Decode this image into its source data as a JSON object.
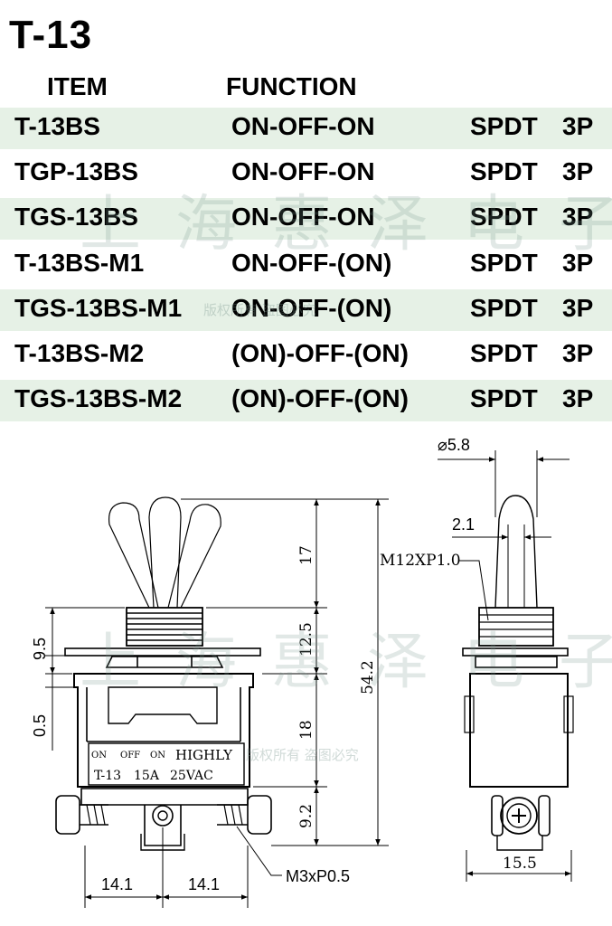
{
  "title": "T-13",
  "headers": {
    "item": "ITEM",
    "function": "FUNCTION"
  },
  "rows": [
    {
      "item": "T-13BS",
      "function": "ON-OFF-ON",
      "type": "SPDT",
      "pins": "3P"
    },
    {
      "item": "TGP-13BS",
      "function": "ON-OFF-ON",
      "type": "SPDT",
      "pins": "3P"
    },
    {
      "item": "TGS-13BS",
      "function": "ON-OFF-ON",
      "type": "SPDT",
      "pins": "3P"
    },
    {
      "item": "T-13BS-M1",
      "function": "ON-OFF-(ON)",
      "type": "SPDT",
      "pins": "3P"
    },
    {
      "item": "TGS-13BS-M1",
      "function": "ON-OFF-(ON)",
      "type": "SPDT",
      "pins": "3P"
    },
    {
      "item": "T-13BS-M2",
      "function": "(ON)-OFF-(ON)",
      "type": "SPDT",
      "pins": "3P"
    },
    {
      "item": "TGS-13BS-M2",
      "function": "(ON)-OFF-(ON)",
      "type": "SPDT",
      "pins": "3P"
    }
  ],
  "watermark": {
    "text": "上海惠泽电子",
    "notice": "版权所有 盗图必究"
  },
  "front_view": {
    "dim_17": "17",
    "dim_12_5": "12.5",
    "dim_18": "18",
    "dim_9_2": "9.2",
    "dim_54_2": "54.2",
    "dim_9_5": "9.5",
    "dim_0_5": "0.5",
    "dim_14_1_left": "14.1",
    "dim_14_1_right": "14.1",
    "screw_label": "M3xP0.5",
    "plate_on_left": "ON",
    "plate_off": "OFF",
    "plate_on_right": "ON",
    "plate_brand": "HIGHLY",
    "plate_model": "T-13",
    "plate_current": "15A",
    "plate_voltage": "25VAC"
  },
  "side_view": {
    "dim_diameter": "⌀5.8",
    "dim_2_1": "2.1",
    "thread_label": "M12XP1.0",
    "dim_15_5": "15.5"
  }
}
